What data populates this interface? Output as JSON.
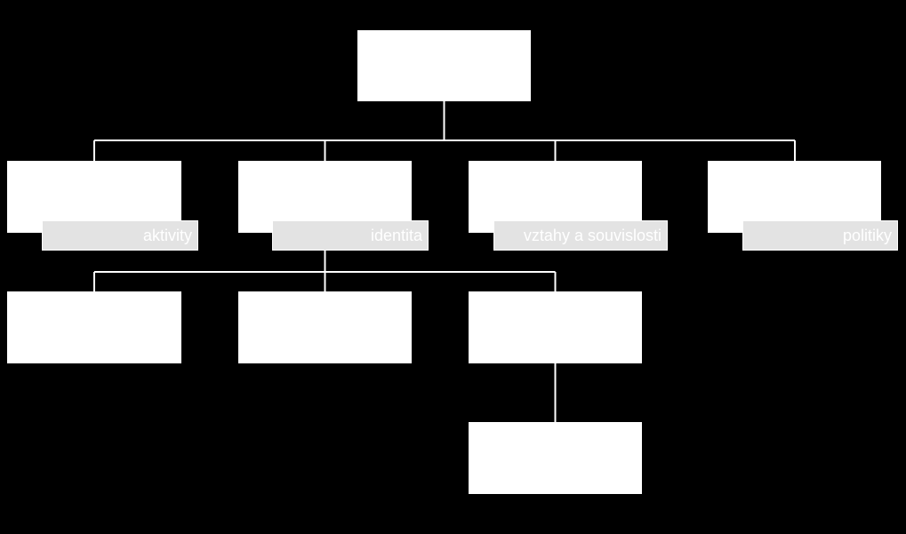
{
  "diagram": {
    "nodes": [
      {
        "id": "root",
        "text": ""
      },
      {
        "id": "a",
        "text": "",
        "tag": "aktivity"
      },
      {
        "id": "b",
        "text": "",
        "tag": "identita"
      },
      {
        "id": "c",
        "text": "",
        "tag": "vztahy a souvislosti"
      },
      {
        "id": "d",
        "text": "",
        "tag": "politiky"
      },
      {
        "id": "b1",
        "text": ""
      },
      {
        "id": "b2",
        "text": ""
      },
      {
        "id": "b3",
        "text": ""
      },
      {
        "id": "b3a",
        "text": ""
      }
    ],
    "edges": [
      [
        "root",
        "a"
      ],
      [
        "root",
        "b"
      ],
      [
        "root",
        "c"
      ],
      [
        "root",
        "d"
      ],
      [
        "b",
        "b1"
      ],
      [
        "b",
        "b2"
      ],
      [
        "b",
        "b3"
      ],
      [
        "b3",
        "b3a"
      ]
    ]
  },
  "colors": {
    "background": "#000000",
    "box": "#ffffff",
    "connector": "#ffffff",
    "tag_fill": "#e3e3e3",
    "tag_text": "#ffffff"
  }
}
